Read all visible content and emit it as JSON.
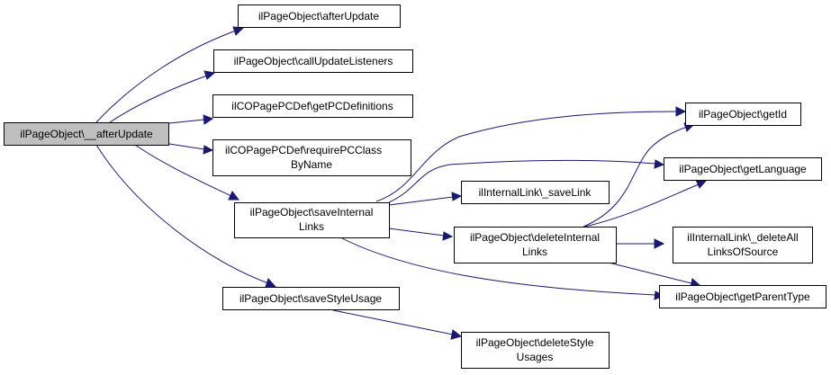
{
  "nodes": [
    {
      "id": "root",
      "lines": [
        "ilPageObject\\__afterUpdate"
      ],
      "is_root": true
    },
    {
      "id": "afterUpdate",
      "lines": [
        "ilPageObject\\afterUpdate"
      ]
    },
    {
      "id": "callUpdateListeners",
      "lines": [
        "ilPageObject\\callUpdateListeners"
      ]
    },
    {
      "id": "getPCDefinitions",
      "lines": [
        "ilCOPagePCDef\\getPCDefinitions"
      ]
    },
    {
      "id": "requirePCClassByName",
      "lines": [
        "ilCOPagePCDef\\requirePCClass",
        "ByName"
      ]
    },
    {
      "id": "saveInternalLinks",
      "lines": [
        "ilPageObject\\saveInternal",
        "Links"
      ]
    },
    {
      "id": "saveStyleUsage",
      "lines": [
        "ilPageObject\\saveStyleUsage"
      ]
    },
    {
      "id": "saveLink",
      "lines": [
        "ilInternalLink\\_saveLink"
      ]
    },
    {
      "id": "deleteInternalLinks",
      "lines": [
        "ilPageObject\\deleteInternal",
        "Links"
      ]
    },
    {
      "id": "deleteStyleUsages",
      "lines": [
        "ilPageObject\\deleteStyle",
        "Usages"
      ]
    },
    {
      "id": "getId",
      "lines": [
        "ilPageObject\\getId"
      ]
    },
    {
      "id": "getLanguage",
      "lines": [
        "ilPageObject\\getLanguage"
      ]
    },
    {
      "id": "deleteAllLinksOfSource",
      "lines": [
        "ilInternalLink\\_deleteAll",
        "LinksOfSource"
      ]
    },
    {
      "id": "getParentType",
      "lines": [
        "ilPageObject\\getParentType"
      ]
    }
  ],
  "edges": [
    {
      "from": "root",
      "to": "afterUpdate"
    },
    {
      "from": "root",
      "to": "callUpdateListeners"
    },
    {
      "from": "root",
      "to": "getPCDefinitions"
    },
    {
      "from": "root",
      "to": "requirePCClassByName"
    },
    {
      "from": "root",
      "to": "saveInternalLinks"
    },
    {
      "from": "root",
      "to": "saveStyleUsage"
    },
    {
      "from": "saveInternalLinks",
      "to": "getId"
    },
    {
      "from": "saveInternalLinks",
      "to": "getLanguage"
    },
    {
      "from": "saveInternalLinks",
      "to": "saveLink"
    },
    {
      "from": "saveInternalLinks",
      "to": "deleteInternalLinks"
    },
    {
      "from": "saveInternalLinks",
      "to": "getParentType"
    },
    {
      "from": "deleteInternalLinks",
      "to": "getId"
    },
    {
      "from": "deleteInternalLinks",
      "to": "getLanguage"
    },
    {
      "from": "deleteInternalLinks",
      "to": "deleteAllLinksOfSource"
    },
    {
      "from": "deleteInternalLinks",
      "to": "getParentType"
    },
    {
      "from": "saveStyleUsage",
      "to": "deleteStyleUsages"
    }
  ],
  "colors": {
    "edge": "#191970",
    "root_fill": "#bfbfbf",
    "node_fill": "#ffffff",
    "border": "#000000"
  }
}
